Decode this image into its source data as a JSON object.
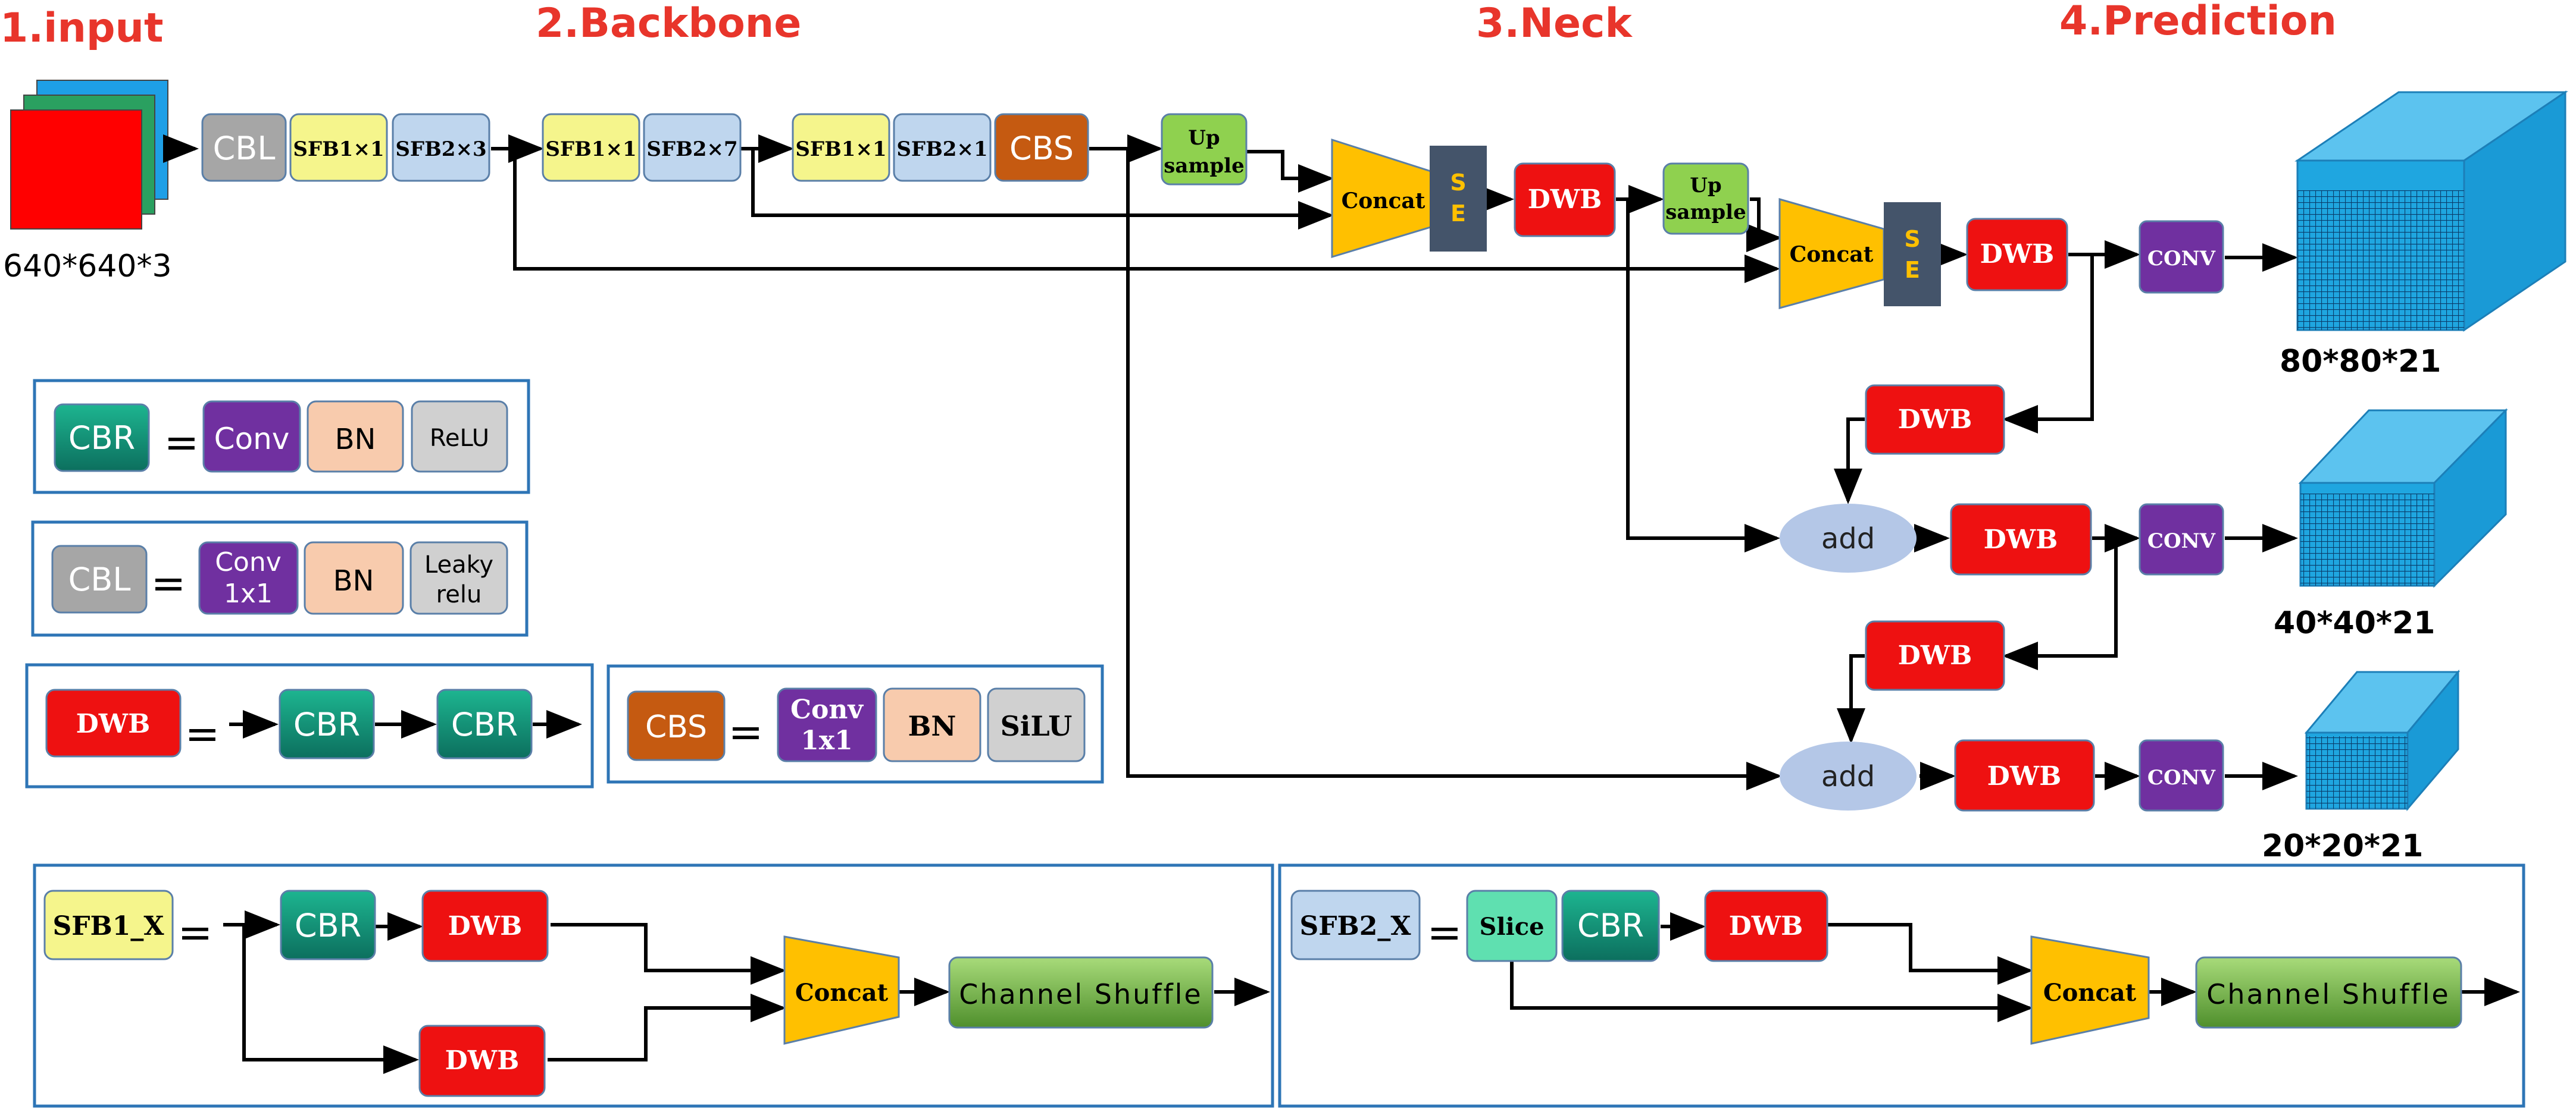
{
  "sections": {
    "input": "1.input",
    "backbone": "2.Backbone",
    "neck": "3.Neck",
    "prediction": "4.Prediction"
  },
  "dims": {
    "input": "640*640*3",
    "out_large": "80*80*21",
    "out_medium": "40*40*21",
    "out_small": "20*20*21"
  },
  "blocks": {
    "cbl": "CBL",
    "sfb1x1": "SFB1×1",
    "sfb2x3": "SFB2×3",
    "sfb2x7": "SFB2×7",
    "sfb2x1": "SFB2×1",
    "cbs": "CBS",
    "upsample_1": "Up",
    "upsample_2": "sample",
    "concat": "Concat",
    "se": "S\nE",
    "dwb": "DWB",
    "conv_small": "CONV",
    "add": "add"
  },
  "legend": {
    "cbr": {
      "name": "CBR",
      "parts": [
        "Conv",
        "BN",
        "ReLU"
      ]
    },
    "cbl": {
      "name": "CBL",
      "parts": [
        "Conv\n1x1",
        "BN",
        "Leaky\nrelu"
      ]
    },
    "dwb": {
      "name": "DWB",
      "parts": [
        "CBR",
        "CBR"
      ]
    },
    "cbs": {
      "name": "CBS",
      "parts": [
        "Conv\n1x1",
        "BN",
        "SiLU"
      ]
    },
    "equals": "="
  },
  "sfb1": {
    "name": "SFB1_X",
    "cbr": "CBR",
    "dwb": "DWB",
    "concat": "Concat",
    "shuffle": "Channel Shuffle"
  },
  "sfb2": {
    "name": "SFB2_X",
    "slice": "Slice",
    "cbr": "CBR",
    "dwb": "DWB",
    "concat": "Concat",
    "shuffle": "Channel Shuffle"
  },
  "colors": {
    "title_red": "#e8352b",
    "cbl_gray": "#a6a6a6",
    "sfb1_yellow": "#f5f58c",
    "sfb2_blue": "#bfd6ee",
    "cbs_orange": "#c55a11",
    "upsample_green": "#8fd14f",
    "concat_gold": "#ffc000",
    "se_navy": "#44546a",
    "dwb_red": "#ee1111",
    "conv_purple": "#7030a0",
    "add_lilavender": "#b4c7e7",
    "cbr_teal": "#12957a",
    "bn_peach": "#f8cbad",
    "relu_gray": "#d0d0d0",
    "slice_mint": "#5fe0b0",
    "shuffle_green": "#70ad47",
    "cube_blue": "#1f9fd8",
    "frame_blue": "#2e75b6"
  },
  "icons": [
    "arrow-icon",
    "cube-icon",
    "input-stack-icon"
  ]
}
